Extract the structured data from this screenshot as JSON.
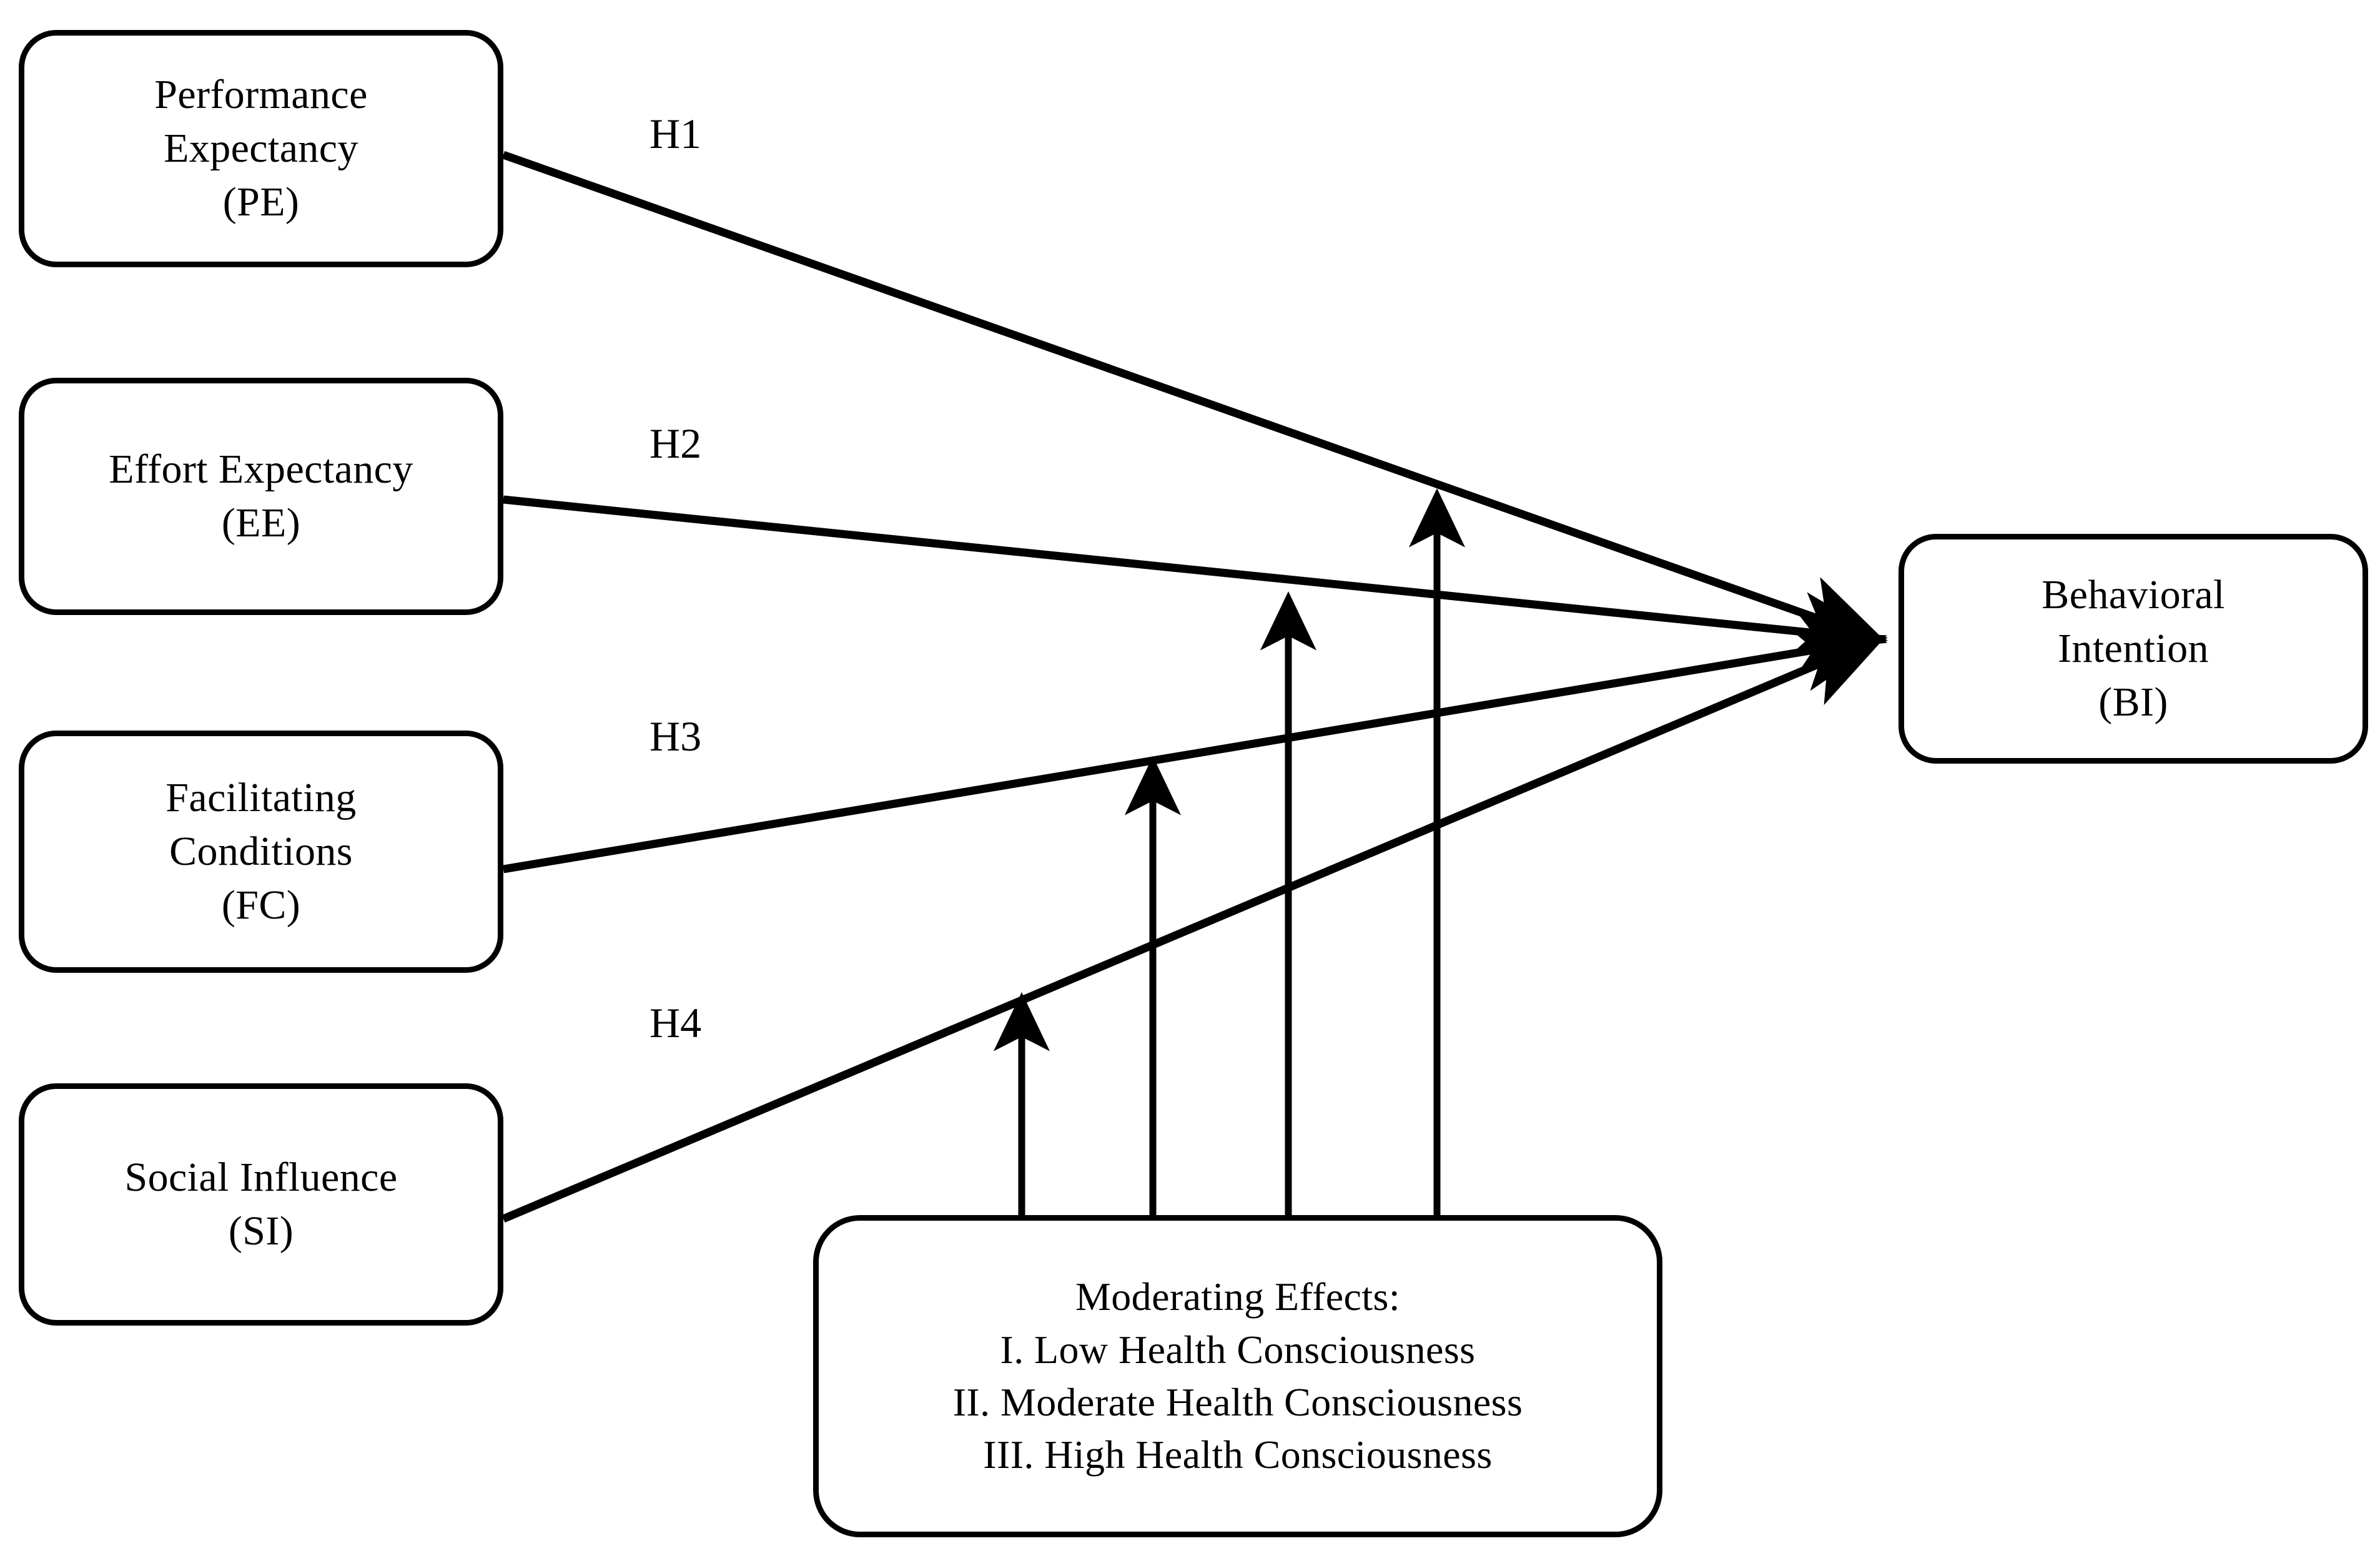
{
  "diagram": {
    "title": "UTAUT Research Model with Health Consciousness Moderators",
    "background_color": "#ffffff",
    "stroke_color": "#000000"
  },
  "nodes": {
    "performance_expectancy": {
      "lines": [
        "Performance",
        "Expectancy",
        "(PE)"
      ],
      "line1": "Performance",
      "line2": "Expectancy",
      "line3": "(PE)"
    },
    "effort_expectancy": {
      "lines": [
        "Effort Expectancy",
        "(EE)"
      ],
      "line1": "Effort Expectancy",
      "line2": "(EE)"
    },
    "facilitating_conditions": {
      "lines": [
        "Facilitating",
        "Conditions",
        "(FC)"
      ],
      "line1": "Facilitating",
      "line2": "Conditions",
      "line3": "(FC)"
    },
    "social_influence": {
      "lines": [
        "Social  Influence",
        "(SI)"
      ],
      "line1": "Social  Influence",
      "line2": "(SI)"
    },
    "behavioral_intention": {
      "lines": [
        "Behavioral",
        "Intention",
        "(BI)"
      ],
      "line1": "Behavioral",
      "line2": "Intention",
      "line3": "(BI)"
    },
    "moderating_effects": {
      "heading": "Moderating Effects:",
      "item1": "I. Low Health Consciousness",
      "item2": "II. Moderate Health Consciousness",
      "item3": "III. High Health Consciousness",
      "items": [
        "I. Low Health Consciousness",
        "II. Moderate Health Consciousness",
        "III. High Health Consciousness"
      ]
    }
  },
  "hypotheses": {
    "h1": {
      "label": "H1",
      "from": "performance_expectancy",
      "to": "behavioral_intention"
    },
    "h2": {
      "label": "H2",
      "from": "effort_expectancy",
      "to": "behavioral_intention"
    },
    "h3": {
      "label": "H3",
      "from": "facilitating_conditions",
      "to": "behavioral_intention"
    },
    "h4": {
      "label": "H4",
      "from": "social_influence",
      "to": "behavioral_intention"
    }
  },
  "moderation_arrows": {
    "count": 4,
    "targets": [
      "h4-path",
      "h3-path",
      "h2-path",
      "h1-path"
    ],
    "description": "Four upward arrows from the Moderating Effects box to each hypothesis path"
  }
}
